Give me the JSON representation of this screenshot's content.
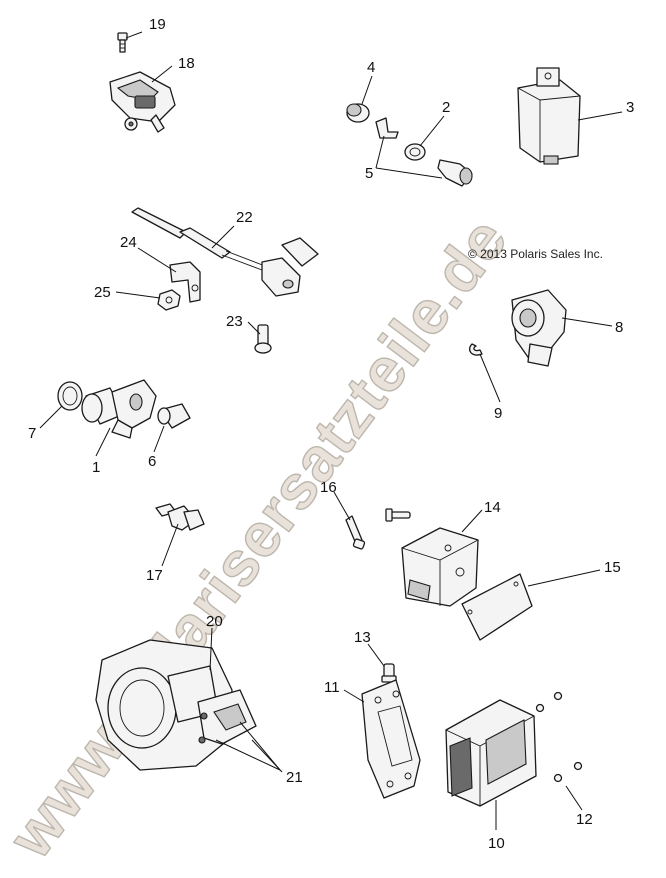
{
  "copyright": "© 2013 Polaris Sales Inc.",
  "watermark": "www.polarisersatzteile.de",
  "callouts": [
    "1",
    "2",
    "3",
    "4",
    "5",
    "6",
    "7",
    "8",
    "9",
    "10",
    "11",
    "12",
    "13",
    "14",
    "15",
    "16",
    "17",
    "18",
    "19",
    "20",
    "21",
    "22",
    "23",
    "24",
    "25"
  ]
}
